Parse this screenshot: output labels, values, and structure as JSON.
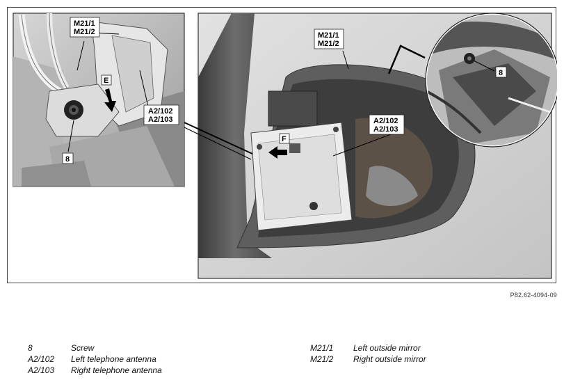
{
  "figure_ref": "P82.62-4094-09",
  "callouts": {
    "detail_m21": [
      "M21/1",
      "M21/2"
    ],
    "detail_a2": [
      "A2/102",
      "A2/103"
    ],
    "detail_screw": "8",
    "detail_arrow": "E",
    "main_m21": [
      "M21/1",
      "M21/2"
    ],
    "main_a2": [
      "A2/102",
      "A2/103"
    ],
    "main_arrow": "F",
    "zoom_screw": "8"
  },
  "legend": {
    "left": [
      {
        "code": "8",
        "label": "Screw"
      },
      {
        "code": "A2/102",
        "label": "Left telephone antenna"
      },
      {
        "code": "A2/103",
        "label": "Right telephone antenna"
      }
    ],
    "right": [
      {
        "code": "M21/1",
        "label": "Left outside mirror"
      },
      {
        "code": "M21/2",
        "label": "Right outside mirror"
      }
    ]
  }
}
